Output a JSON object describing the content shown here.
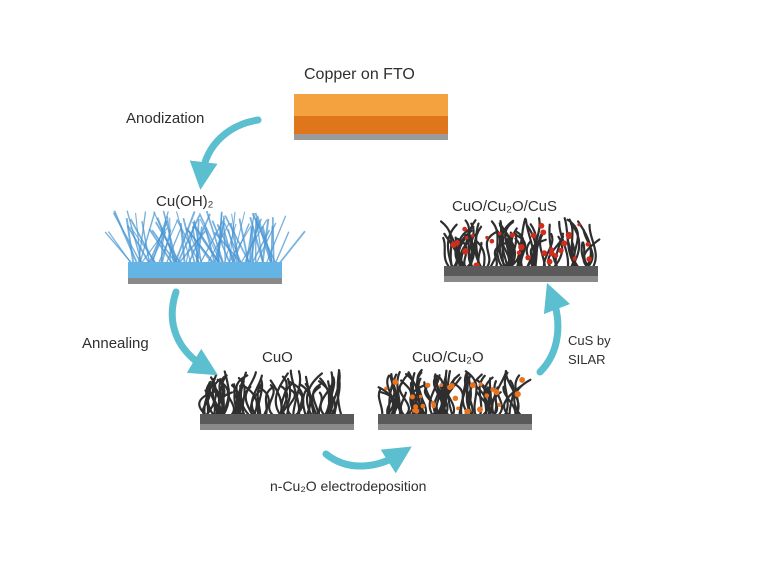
{
  "diagram": {
    "nodes": {
      "copper": {
        "label": "Copper on FTO"
      },
      "cuoh2": {
        "label": "Cu(OH)₂"
      },
      "cuo": {
        "label": "CuO"
      },
      "cuo_cu2o": {
        "label": "CuO/Cu₂O"
      },
      "cuo_cu2o_cus": {
        "label": "CuO/Cu₂O/CuS"
      }
    },
    "steps": {
      "anodization": "Anodization",
      "annealing": "Annealing",
      "electrodeposition": "n-Cu₂O electrodeposition",
      "silar_line1": "CuS by",
      "silar_line2": "SILAR"
    },
    "colors": {
      "arrow": "#5bbfd0",
      "copper_top": "#f4a13f",
      "copper_bottom": "#e0761c",
      "substrate": "#8a8a8a",
      "blue_base": "#64b4e6",
      "blue_wire": "#4a97d4",
      "dark_wire": "#2e2e2e",
      "cu2o_dot": "#e8731f",
      "cus_dot": "#d12c1c"
    }
  }
}
